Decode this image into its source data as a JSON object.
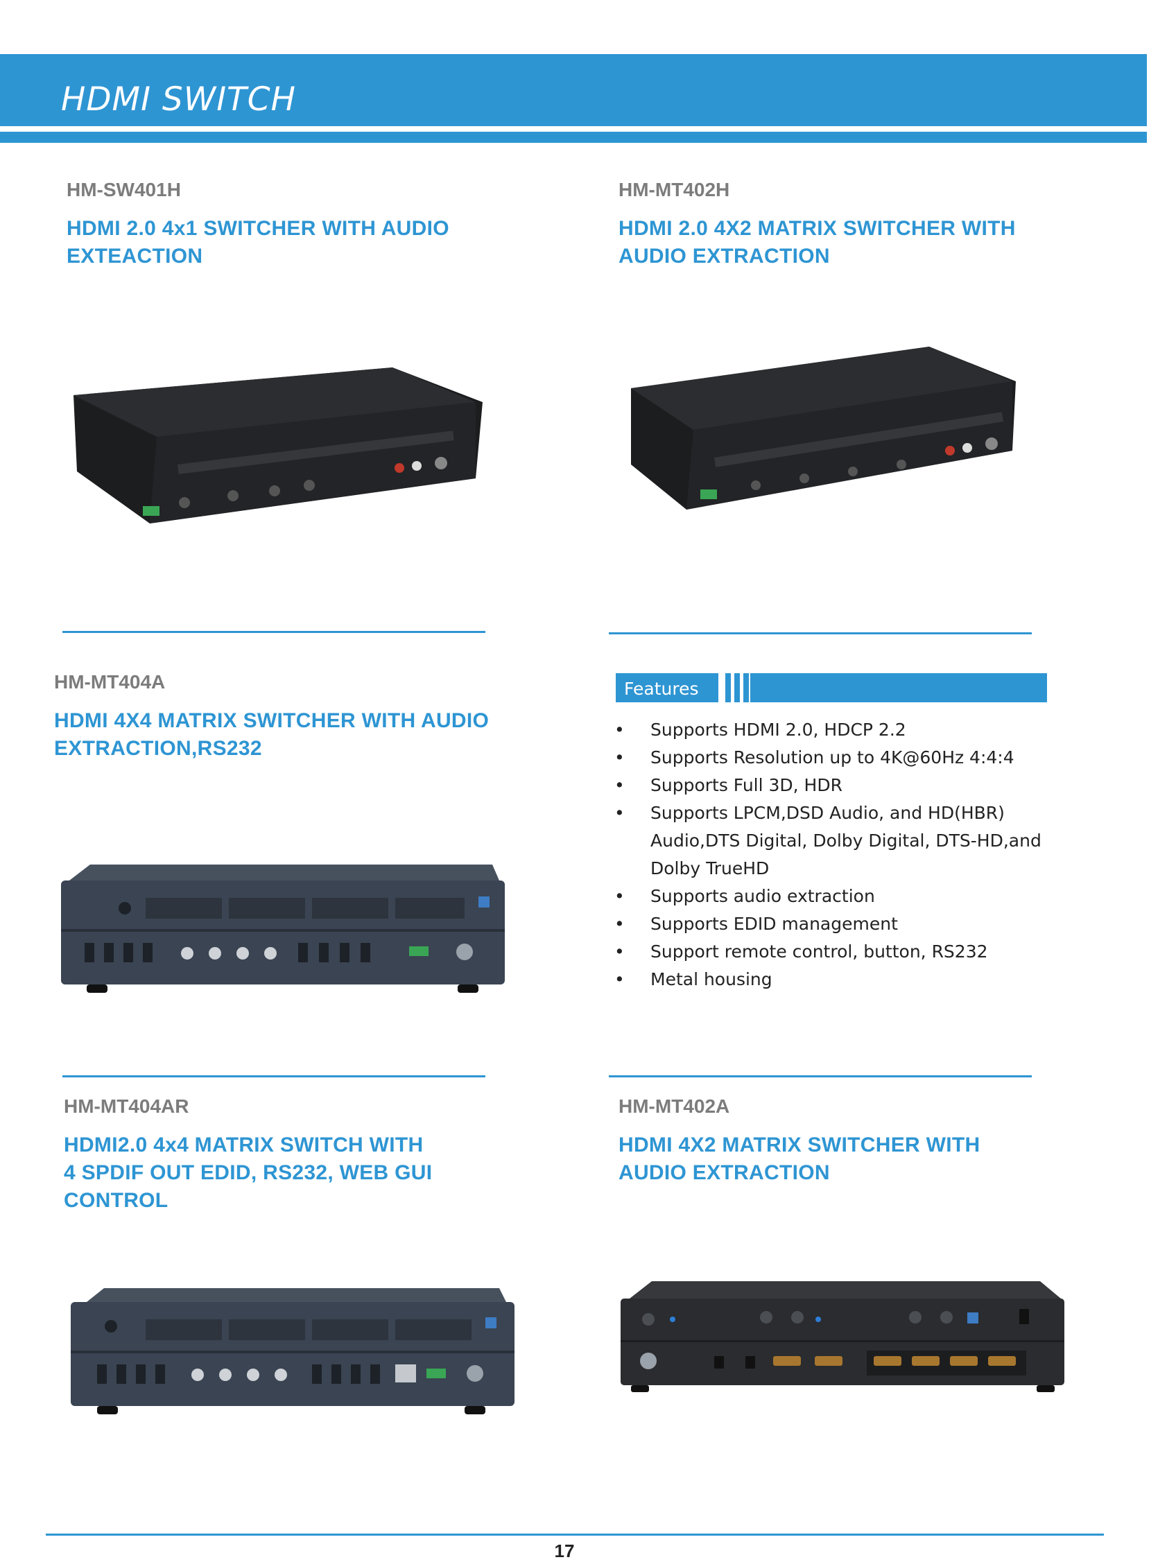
{
  "header": {
    "title": "HDMI SWITCH"
  },
  "products": [
    {
      "model": "HM-SW401H",
      "title_lines": [
        "HDMI  2.0 4x1 SWITCHER WITH AUDIO",
        "EXTEACTION"
      ]
    },
    {
      "model": "HM-MT402H",
      "title_lines": [
        "HDMI 2.0 4X2 MATRIX SWITCHER WITH",
        "AUDIO EXTRACTION"
      ]
    },
    {
      "model": "HM-MT404A",
      "title_lines": [
        "HDMI 4X4 MATRIX SWITCHER WITH AUDIO",
        "EXTRACTION,RS232"
      ]
    },
    {
      "model": "HM-MT404AR",
      "title_lines": [
        "HDMI2.0 4x4 MATRIX SWITCH WITH",
        "4 SPDIF OUT EDID, RS232, WEB GUI",
        "CONTROL"
      ]
    },
    {
      "model": "HM-MT402A",
      "title_lines": [
        "HDMI 4X2 MATRIX SWITCHER WITH",
        "AUDIO EXTRACTION"
      ]
    }
  ],
  "features": {
    "label": "Features",
    "items": [
      "Supports HDMI 2.0, HDCP 2.2",
      "Supports Resolution up to 4K@60Hz 4:4:4",
      "Supports Full 3D, HDR",
      "Supports LPCM,DSD Audio, and HD(HBR) Audio,DTS Digital, Dolby Digital, DTS-HD,and Dolby TrueHD",
      "Supports audio extraction",
      "Supports EDID management",
      "Support remote control, button, RS232",
      "Metal housing"
    ]
  },
  "footer": {
    "page_number": "17"
  },
  "colors": {
    "accent": "#2e95d3",
    "model_gray": "#7c7c7c",
    "device_dark": "#2a2c2f",
    "device_blue_gray": "#3a4452"
  }
}
